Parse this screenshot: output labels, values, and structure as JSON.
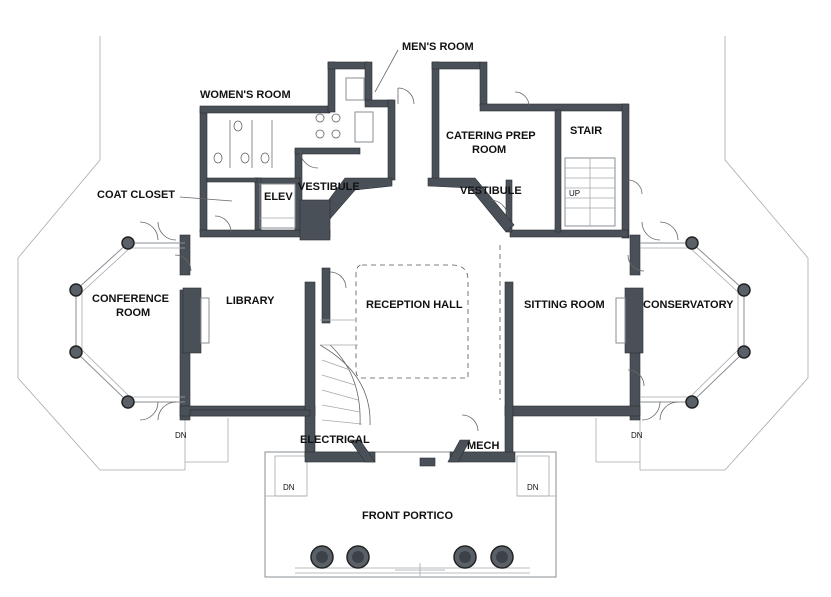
{
  "rooms": {
    "mens_room": "MEN'S ROOM",
    "womens_room": "WOMEN'S ROOM",
    "catering_prep_line1": "CATERING PREP",
    "catering_prep_line2": "ROOM",
    "stair": "STAIR",
    "up": "UP",
    "vestibule_left": "VESTIBULE",
    "vestibule_right": "VESTIBULE",
    "elev": "ELEV",
    "coat_closet": "COAT CLOSET",
    "conference_line1": "CONFERENCE",
    "conference_line2": "ROOM",
    "library": "LIBRARY",
    "reception_hall": "RECEPTION HALL",
    "sitting_room": "SITTING ROOM",
    "conservatory": "CONSERVATORY",
    "electrical": "ELECTRICAL",
    "mech": "MECH",
    "front_portico": "FRONT PORTICO",
    "dn_left_wing": "DN",
    "dn_right_wing": "DN",
    "dn_portico_left": "DN",
    "dn_portico_right": "DN"
  }
}
